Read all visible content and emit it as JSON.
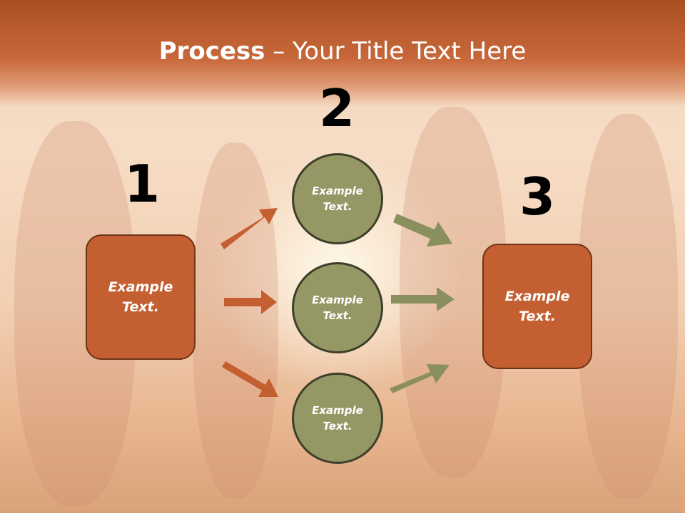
{
  "title": {
    "bold": "Process",
    "rest": " – Your Title Text Here"
  },
  "steps": {
    "one": "1",
    "two": "2",
    "three": "3"
  },
  "left_box": {
    "text": "Example\nText."
  },
  "right_box": {
    "text": "Example\nText."
  },
  "circles": [
    {
      "text": "Example\nText."
    },
    {
      "text": "Example\nText."
    },
    {
      "text": "Example\nText."
    }
  ],
  "colors": {
    "header": "#c8683a",
    "box_fill": "#c45f32",
    "circle_fill": "#959764",
    "arrow_orange": "#c45f32",
    "arrow_olive": "#8a8f5e"
  }
}
